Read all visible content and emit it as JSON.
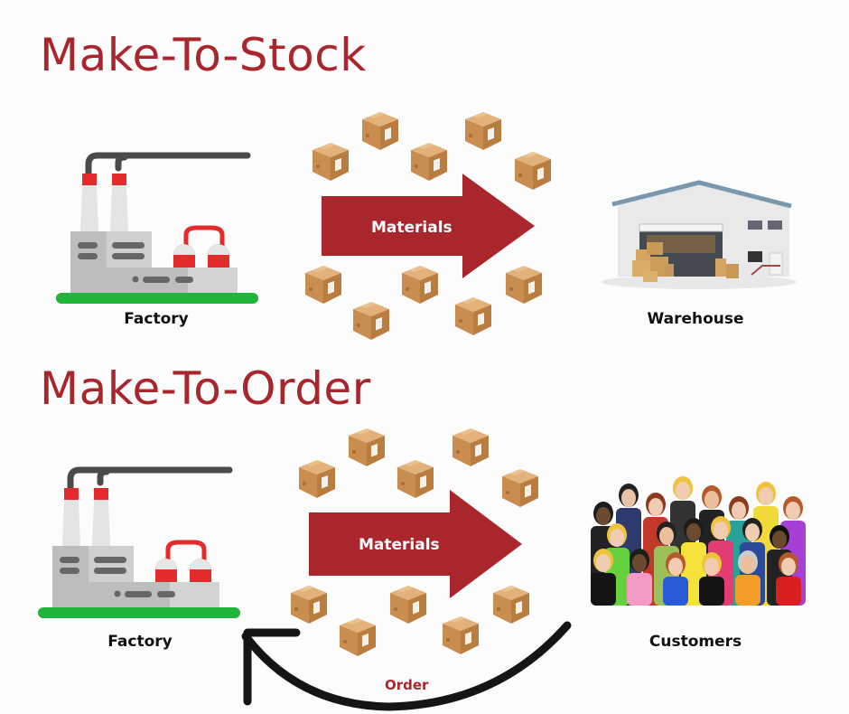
{
  "sections": [
    {
      "title": "Make-To-Stock",
      "source_label": "Factory",
      "flow_label": "Materials",
      "destination_label": "Warehouse"
    },
    {
      "title": "Make-To-Order",
      "source_label": "Factory",
      "flow_label": "Materials",
      "destination_label": "Customers",
      "feedback_label": "Order"
    }
  ],
  "colors": {
    "accent": "#a9262c",
    "arrow": "#a9262c",
    "factory_ground": "#21b33a",
    "factory_red": "#e32b2b",
    "box": "#c98e4f"
  }
}
